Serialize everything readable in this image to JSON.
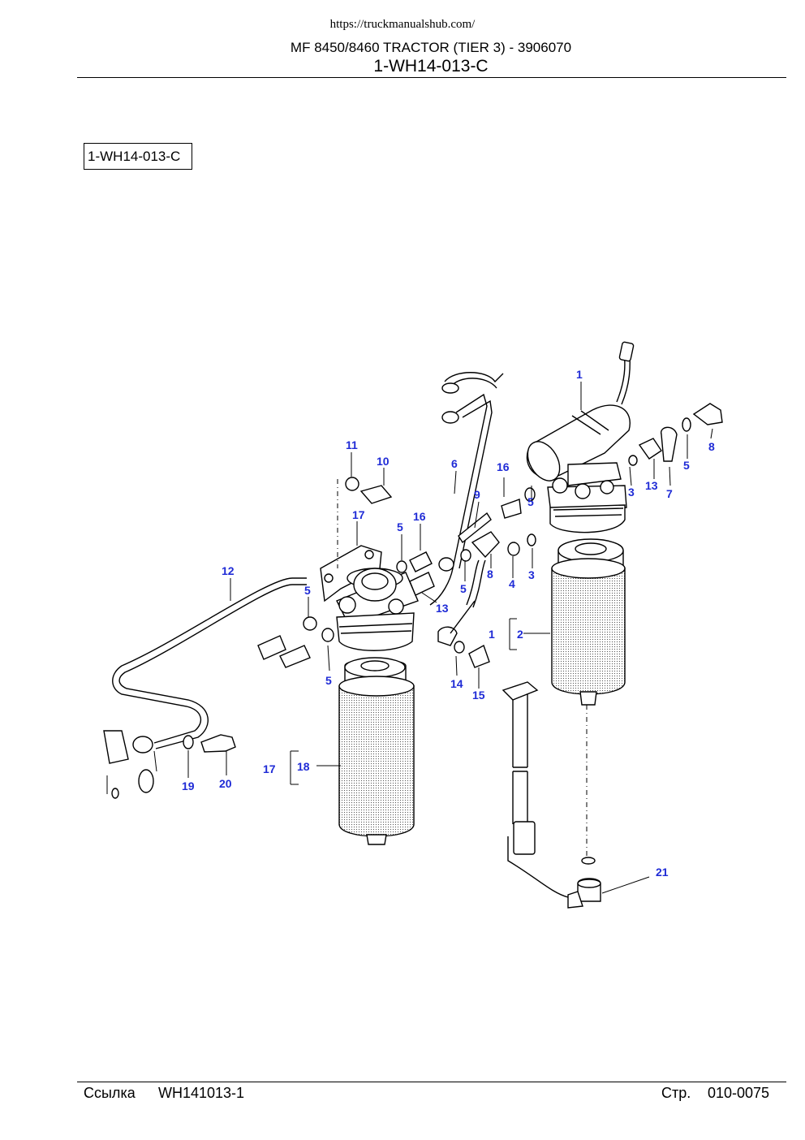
{
  "header": {
    "url": "https://truckmanualshub.com/",
    "title": "MF 8450/8460 TRACTOR (TIER 3) - 3906070",
    "code": "1-WH14-013-C"
  },
  "reference_box": "1-WH14-013-C",
  "callouts": {
    "c1a": "1",
    "c1b": "1",
    "c2": "2",
    "c3a": "3",
    "c3b": "3",
    "c4": "4",
    "c5a": "5",
    "c5b": "5",
    "c5c": "5",
    "c5d": "5",
    "c5e": "5",
    "c5f": "5",
    "c6": "6",
    "c7": "7",
    "c8a": "8",
    "c8b": "8",
    "c9": "9",
    "c10": "10",
    "c11": "11",
    "c12": "12",
    "c13a": "13",
    "c13b": "13",
    "c14": "14",
    "c15": "15",
    "c16a": "16",
    "c16b": "16",
    "c17a": "17",
    "c17b": "17",
    "c18": "18",
    "c19": "19",
    "c20": "20",
    "c21": "21"
  },
  "footer": {
    "ref_label": "Ссылка",
    "ref_value": "WH141013-1",
    "page_label": "Стр.",
    "page_value": "010-0075"
  }
}
